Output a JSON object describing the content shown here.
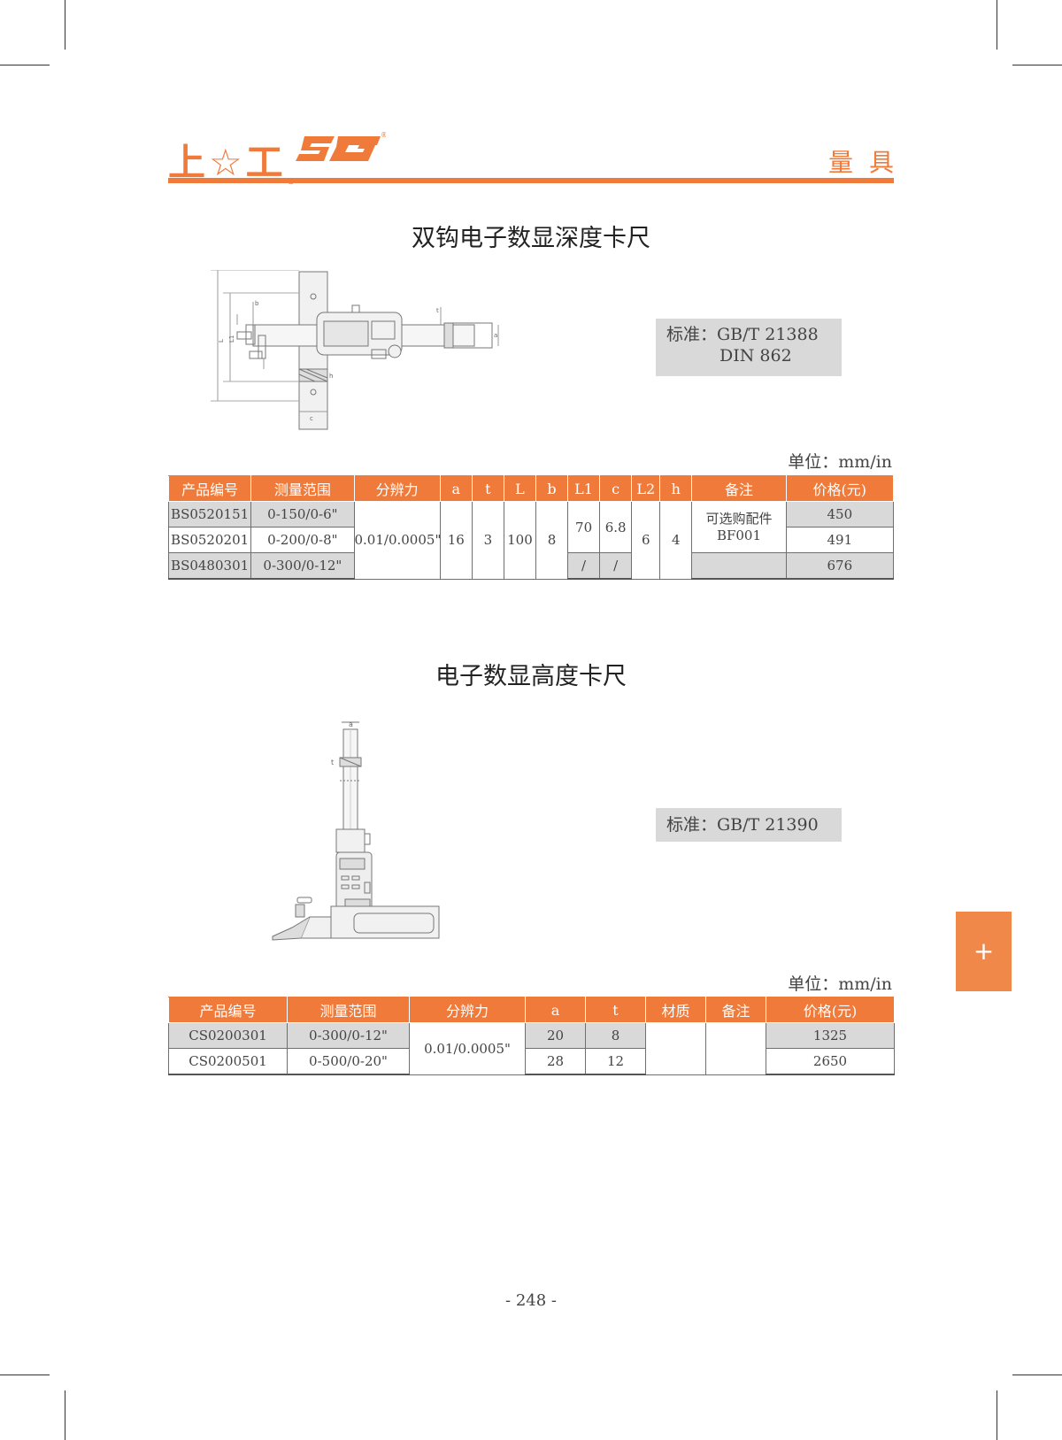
{
  "header": {
    "logo_text": "上☆工",
    "logo_sg": "SG",
    "category": "量具"
  },
  "section1": {
    "title": "双钩电子数显深度卡尺",
    "standard_line1": "标准：GB/T 21388",
    "standard_line2": "DIN 862",
    "unit": "单位：mm/in",
    "headers": [
      "产品编号",
      "测量范围",
      "分辨力",
      "a",
      "t",
      "L",
      "b",
      "L1",
      "c",
      "L2",
      "h",
      "备注",
      "价格(元)"
    ],
    "rows": [
      {
        "code": "BS0520151",
        "range": "0-150/0-6\"",
        "price": "450"
      },
      {
        "code": "BS0520201",
        "range": "0-200/0-8\"",
        "price": "491"
      },
      {
        "code": "BS0480301",
        "range": "0-300/0-12\"",
        "price": "676"
      }
    ],
    "resolution": "0.01/0.0005\"",
    "a": "16",
    "t": "3",
    "L": "100",
    "b": "8",
    "L1": "70",
    "c": "6.8",
    "L1_last": "/",
    "c_last": "/",
    "L2": "6",
    "h": "4",
    "remark_line1": "可选购配件",
    "remark_line2": "BF001"
  },
  "section2": {
    "title": "电子数显高度卡尺",
    "standard": "标准：GB/T 21390",
    "unit": "单位：mm/in",
    "headers": [
      "产品编号",
      "测量范围",
      "分辨力",
      "a",
      "t",
      "材质",
      "备注",
      "价格(元)"
    ],
    "rows": [
      {
        "code": "CS0200301",
        "range": "0-300/0-12\"",
        "a": "20",
        "t": "8",
        "price": "1325"
      },
      {
        "code": "CS0200501",
        "range": "0-500/0-20\"",
        "a": "28",
        "t": "12",
        "price": "2650"
      }
    ],
    "resolution": "0.01/0.0005\""
  },
  "side_tab": "+",
  "page_number": "- 248 -",
  "colors": {
    "accent": "#f07a3a",
    "gray_fill": "#d9d9d9"
  }
}
